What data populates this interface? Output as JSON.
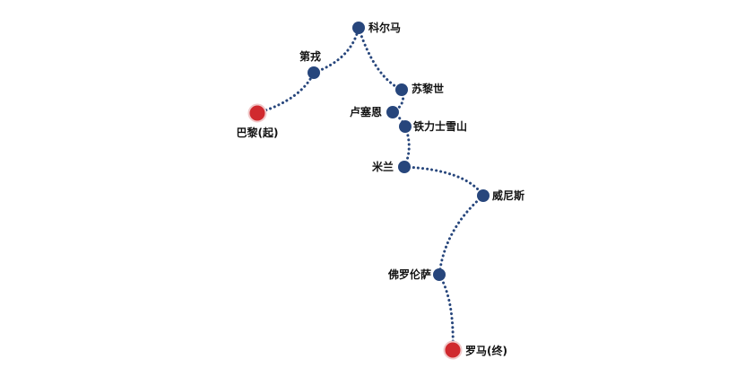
{
  "map": {
    "colors": {
      "route": "#27467c",
      "stop": "#27467c",
      "endpoint": "#d0292e",
      "endpoint_ring": "#f0c9ca",
      "label": "#111111"
    },
    "stops": [
      {
        "id": "paris",
        "label": "巴黎(起)",
        "type": "endpoint"
      },
      {
        "id": "dijon",
        "label": "第戎",
        "type": "stop"
      },
      {
        "id": "colmar",
        "label": "科尔马",
        "type": "stop"
      },
      {
        "id": "zurich",
        "label": "苏黎世",
        "type": "stop"
      },
      {
        "id": "lucerne",
        "label": "卢塞恩",
        "type": "stop"
      },
      {
        "id": "titlis",
        "label": "铁力士雪山",
        "type": "stop"
      },
      {
        "id": "milan",
        "label": "米兰",
        "type": "stop"
      },
      {
        "id": "venice",
        "label": "威尼斯",
        "type": "stop"
      },
      {
        "id": "florence",
        "label": "佛罗伦萨",
        "type": "stop"
      },
      {
        "id": "rome",
        "label": "罗马(终)",
        "type": "endpoint"
      }
    ]
  }
}
